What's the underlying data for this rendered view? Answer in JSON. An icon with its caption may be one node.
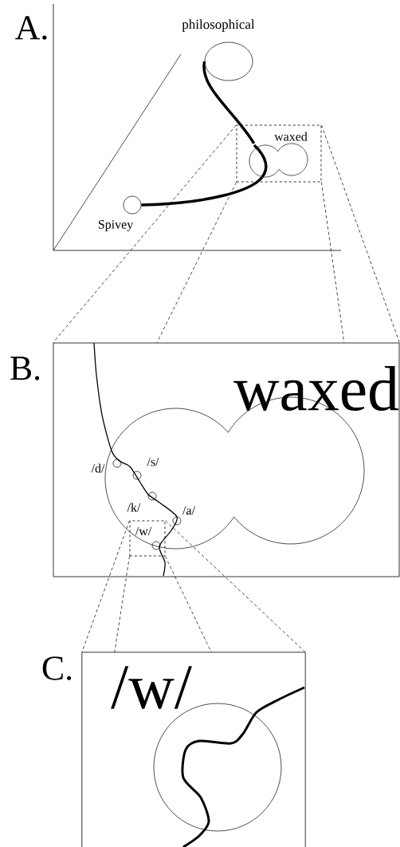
{
  "diagram": {
    "nodes": [
      {
        "text": [],
        "shape": "circle",
        "beside": [
          "philosophical"
        ]
      },
      {
        "text": [],
        "shape": "box"
      },
      {
        "text": [],
        "shape": "circle",
        "beside": [
          "waxed"
        ],
        "in": 1
      },
      {
        "text": [],
        "shape": "circle",
        "beside": [
          "Spivey"
        ]
      },
      {
        "text": [
          "B.",
          "waxed"
        ]
      },
      {
        "text": [],
        "shape": "circle",
        "in": 4
      },
      {
        "text": [],
        "shape": "circle",
        "beside": [
          "/d/"
        ],
        "in": 5
      },
      {
        "text": [],
        "shape": "circle",
        "beside": [
          "/s/"
        ],
        "in": 5
      },
      {
        "text": [],
        "shape": "circle",
        "beside": [
          "/k/"
        ],
        "in": 5
      },
      {
        "text": [],
        "shape": "circle",
        "beside": [
          "/a/"
        ],
        "in": 5
      },
      {
        "text": [],
        "shape": "box",
        "in": 4
      },
      {
        "text": [],
        "shape": "circle",
        "beside": [
          "/w/"
        ]
      },
      {
        "text": [
          "C.",
          "/w/"
        ]
      },
      {
        "text": [],
        "shape": "circle",
        "in": 12
      }
    ],
    "edges": [
      {
        "from": 3,
        "to": 2,
        "arrow": "none",
        "style": "thick"
      },
      {
        "from": 2,
        "to": 0,
        "arrow": "none",
        "style": "thick"
      },
      {
        "from": 1,
        "to": 4,
        "arrow": "none",
        "style": "dashed"
      },
      {
        "from": 1,
        "to": 4,
        "arrow": "none",
        "style": "dashed"
      },
      {
        "from": 1,
        "to": 4,
        "arrow": "none",
        "style": "dashed"
      },
      {
        "from": 1,
        "to": 4,
        "arrow": "none",
        "style": "dashed"
      },
      {
        "from": 10,
        "to": 12,
        "arrow": "none",
        "style": "dashed"
      },
      {
        "from": 10,
        "to": 12,
        "arrow": "none",
        "style": "dashed"
      },
      {
        "from": 10,
        "to": 12,
        "arrow": "none",
        "style": "dashed"
      },
      {
        "from": 10,
        "to": 12,
        "arrow": "none",
        "style": "dashed"
      }
    ],
    "labels": [
      "A."
    ]
  }
}
